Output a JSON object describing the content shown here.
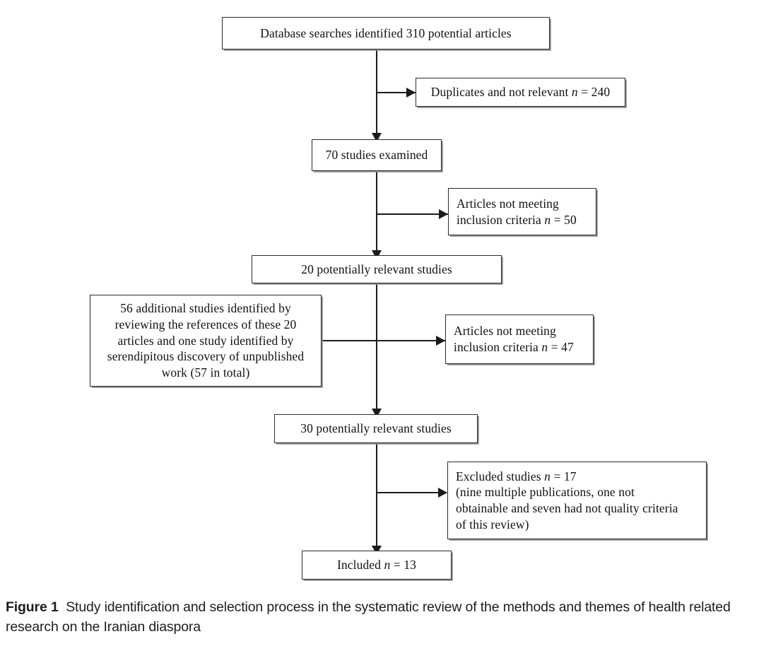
{
  "figure": {
    "caption_label": "Figure 1",
    "caption_text": "Study identification and selection process in the systematic review of the methods and themes of health related research on the Iranian diaspora"
  },
  "chart_data": {
    "type": "diagram",
    "title": "Study identification and selection process",
    "diagram_kind": "PRISMA-style study selection flowchart",
    "nodes": [
      {
        "id": "identified",
        "label": "Database searches identified 310 potential articles",
        "count": 310,
        "align": "center",
        "column": "main"
      },
      {
        "id": "duplicates",
        "label": "Duplicates and not relevant n = 240",
        "count": 240,
        "align": "center",
        "column": "right"
      },
      {
        "id": "examined",
        "label": "70 studies examined",
        "count": 70,
        "align": "center",
        "column": "main"
      },
      {
        "id": "excluded1",
        "label": "Articles not meeting inclusion criteria n = 50",
        "count": 50,
        "align": "left",
        "column": "right"
      },
      {
        "id": "relevant20",
        "label": "20 potentially relevant studies",
        "count": 20,
        "align": "center",
        "column": "main"
      },
      {
        "id": "additional",
        "label": "56 additional studies identified by reviewing the references of these 20 articles and one study identified by serendipitous discovery of unpublished work (57 in total)",
        "count": 57,
        "align": "center",
        "column": "left"
      },
      {
        "id": "excluded2",
        "label": "Articles not meeting inclusion criteria n = 47",
        "count": 47,
        "align": "left",
        "column": "right"
      },
      {
        "id": "relevant30",
        "label": "30 potentially relevant studies",
        "count": 30,
        "align": "center",
        "column": "main"
      },
      {
        "id": "excluded3",
        "label": "Excluded studies n = 17 (nine multiple publications, one not obtainable and seven had not quality criteria of this review)",
        "count": 17,
        "align": "left",
        "column": "right"
      },
      {
        "id": "included",
        "label": "Included n = 13",
        "count": 13,
        "align": "center",
        "column": "main"
      }
    ],
    "edges": [
      {
        "from": "identified",
        "to": "duplicates",
        "direction": "right"
      },
      {
        "from": "identified",
        "to": "examined",
        "direction": "down"
      },
      {
        "from": "examined",
        "to": "excluded1",
        "direction": "right"
      },
      {
        "from": "examined",
        "to": "relevant20",
        "direction": "down"
      },
      {
        "from": "additional",
        "to": "excluded2",
        "direction": "right"
      },
      {
        "from": "relevant20",
        "to": "relevant30",
        "direction": "down"
      },
      {
        "from": "relevant30",
        "to": "excluded3",
        "direction": "right"
      },
      {
        "from": "relevant30",
        "to": "included",
        "direction": "down"
      }
    ]
  },
  "boxes": {
    "identified": {
      "text": "Database searches identified 310 potential articles"
    },
    "duplicates": {
      "pre": "Duplicates and not relevant ",
      "n": "n",
      "post": " = 240"
    },
    "examined": {
      "text": "70 studies examined"
    },
    "excluded1": {
      "line1": "Articles not meeting",
      "pre2": "inclusion criteria ",
      "n": "n",
      "post2": " = 50"
    },
    "relevant20": {
      "text": "20 potentially relevant studies"
    },
    "additional": {
      "line1": "56 additional studies identified by",
      "line2": "reviewing the references of these 20",
      "line3": "articles and one study identified by",
      "line4": "serendipitous discovery of unpublished",
      "line5": "work (57 in total)"
    },
    "excluded2": {
      "line1": "Articles not meeting",
      "pre2": "inclusion criteria ",
      "n": "n",
      "post2": " = 47"
    },
    "relevant30": {
      "text": "30 potentially relevant studies"
    },
    "excluded3": {
      "pre1": "Excluded studies ",
      "n": "n",
      "post1": " = 17",
      "line2": "(nine multiple publications, one not",
      "line3": "obtainable and seven had not quality criteria",
      "line4": "of this review)"
    },
    "included": {
      "pre": "Included ",
      "n": "n",
      "post": " = 13"
    }
  },
  "colors": {
    "box_border": "#2b2b2b",
    "box_shadow": "#8e8e8e",
    "line": "#1b1b1b",
    "text": "#111111",
    "caption_text": "#1d1d1d",
    "background": "#ffffff"
  }
}
